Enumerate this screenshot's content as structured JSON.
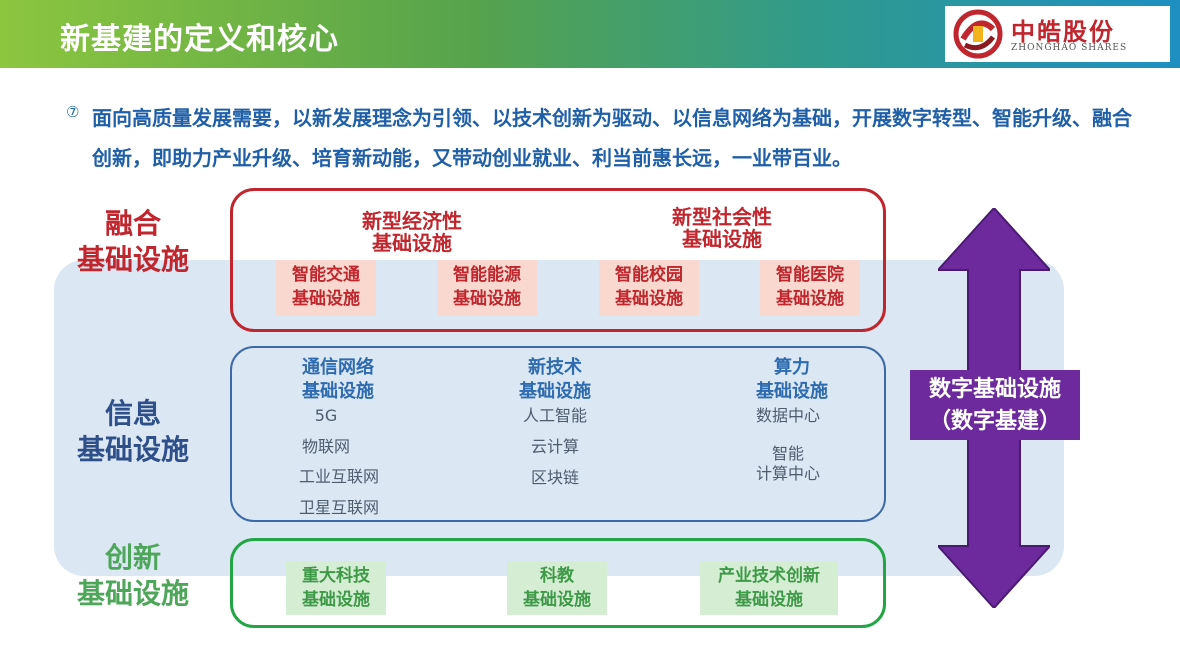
{
  "header": {
    "title": "新基建的定义和核心",
    "logo_cn": "中皓股份",
    "logo_en": "ZHONGHAO SHARES",
    "gradient": [
      "#8cc63f",
      "#1f8fc2"
    ]
  },
  "intro": {
    "bullet": "⑦",
    "text": "面向高质量发展需要，以新发展理念为引领、以技术创新为驱动、以信息网络为基础，开展数字转型、智能升级、融合创新，即助力产业升级、培育新动能，又带动创业就业、利当前惠长远，一业带百业。"
  },
  "categories": {
    "fusion": "融合\n基础设施",
    "info": "信息\n基础设施",
    "innovation": "创新\n基础设施"
  },
  "fusion": {
    "groups": [
      "新型经济性\n基础设施",
      "新型社会性\n基础设施"
    ],
    "chips": [
      "智能交通\n基础设施",
      "智能能源\n基础设施",
      "智能校园\n基础设施",
      "智能医院\n基础设施"
    ]
  },
  "info": {
    "columns": [
      {
        "head": "通信网络\n基础设施",
        "items": [
          "5G",
          "物联网",
          "工业互联网",
          "卫星互联网"
        ]
      },
      {
        "head": "新技术\n基础设施",
        "items": [
          "人工智能",
          "云计算",
          "区块链"
        ]
      },
      {
        "head": "算力\n基础设施",
        "items": [
          "数据中心",
          "智能\n计算中心"
        ]
      }
    ]
  },
  "innovation": {
    "chips": [
      "重大科技\n基础设施",
      "科教\n基础设施",
      "产业技术创新\n基础设施"
    ]
  },
  "arrow": {
    "label": "数字基础设施\n（数字基建）",
    "color": "#6d2a9c"
  },
  "colors": {
    "fusion": "#c0262d",
    "info": "#2e6bb0",
    "innovation": "#22a645",
    "band": "#dbe7f3"
  }
}
